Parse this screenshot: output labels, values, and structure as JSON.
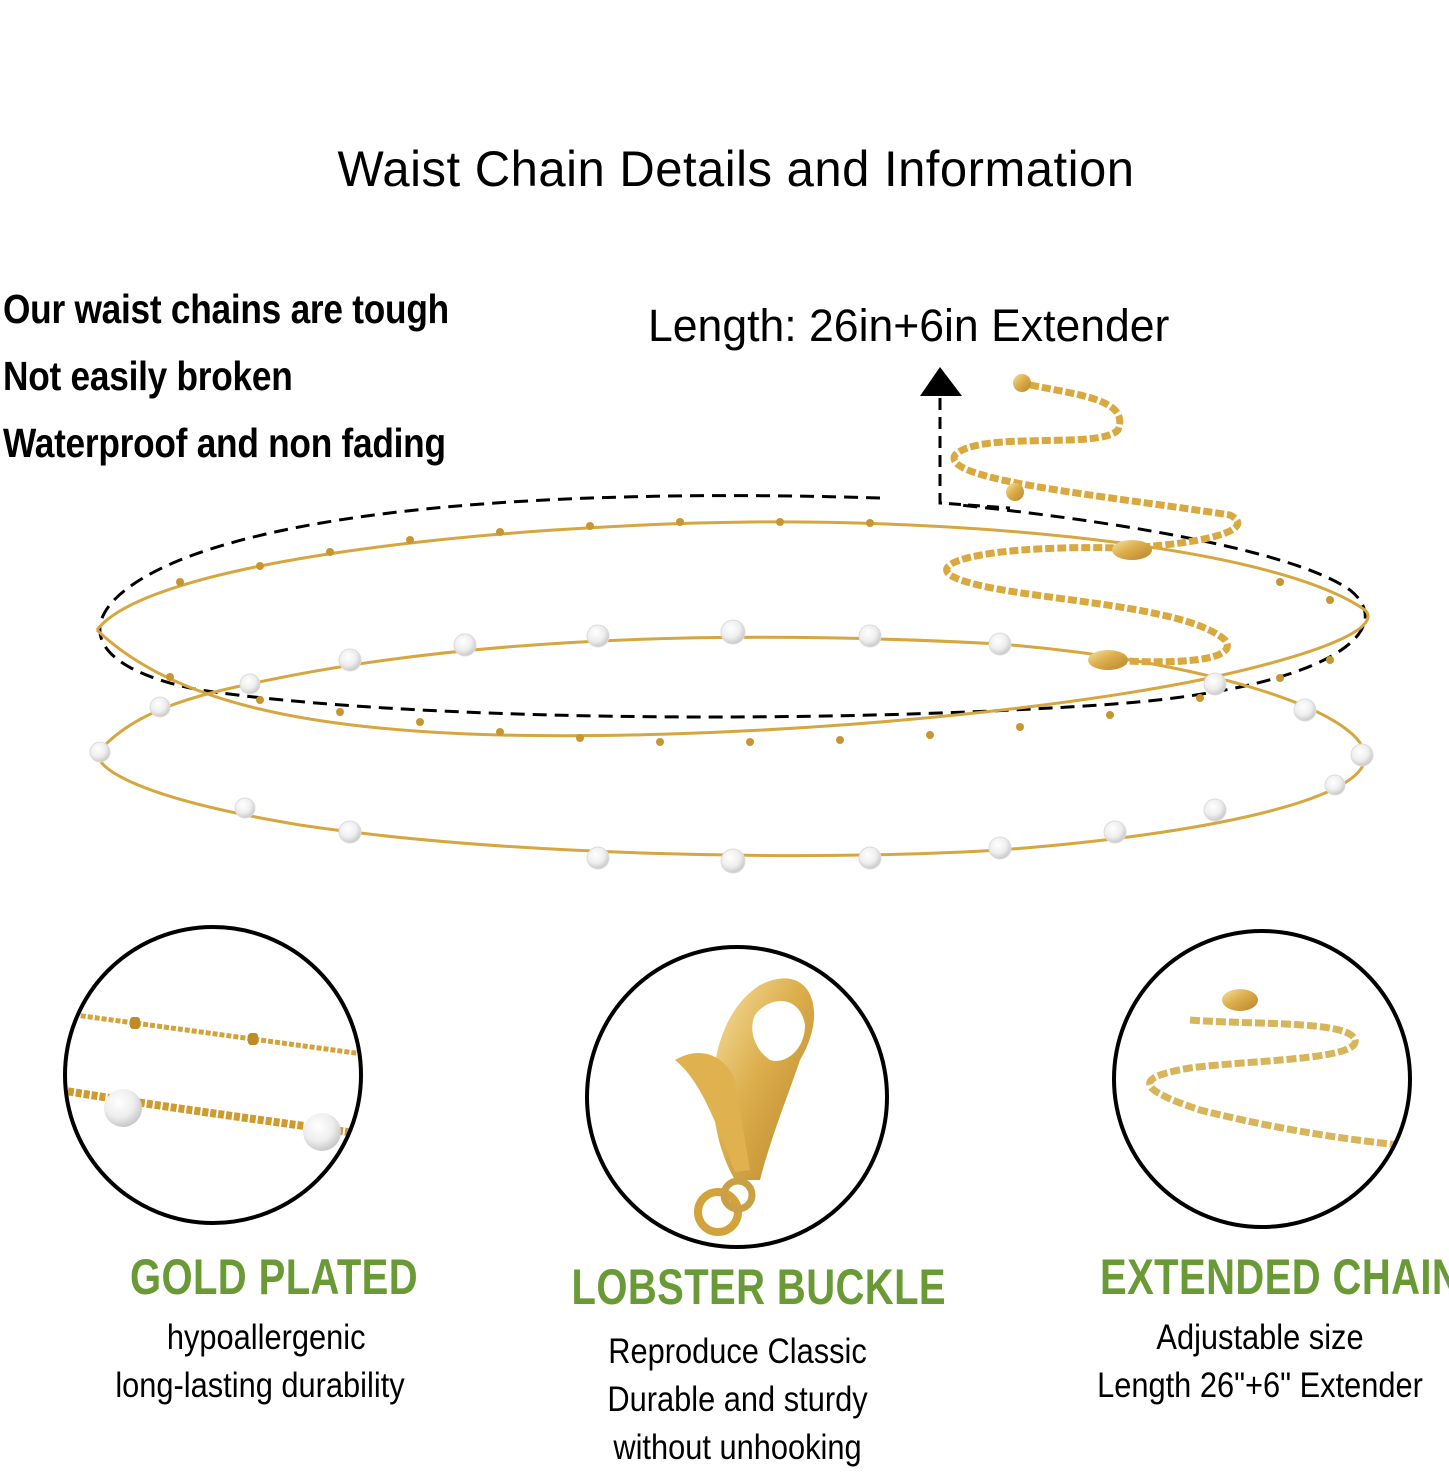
{
  "header": {
    "title": "Waist Chain Details and Information"
  },
  "features": [
    "Our waist chains are tough",
    "Not easily broken",
    "Waterproof and non fading"
  ],
  "length_annotation": {
    "label": "Length: 26in+6in Extender",
    "icon": "arrow-up-icon"
  },
  "colors": {
    "accent_green": "#6a9a35",
    "gold": "#d4a43a",
    "outline": "#000000"
  },
  "badges": [
    {
      "image": "beaded-chain-closeup",
      "heading": "GOLD PLATED",
      "lines": [
        "hypoallergenic",
        "long-lasting durability"
      ]
    },
    {
      "image": "lobster-clasp-closeup",
      "heading": "LOBSTER BUCKLE",
      "lines": [
        "Reproduce Classic",
        "Durable and sturdy",
        "without unhooking"
      ]
    },
    {
      "image": "extender-chain-closeup",
      "heading": "EXTENDED CHAIN",
      "lines": [
        "Adjustable size",
        "Length 26\"+6\" Extender"
      ]
    }
  ]
}
